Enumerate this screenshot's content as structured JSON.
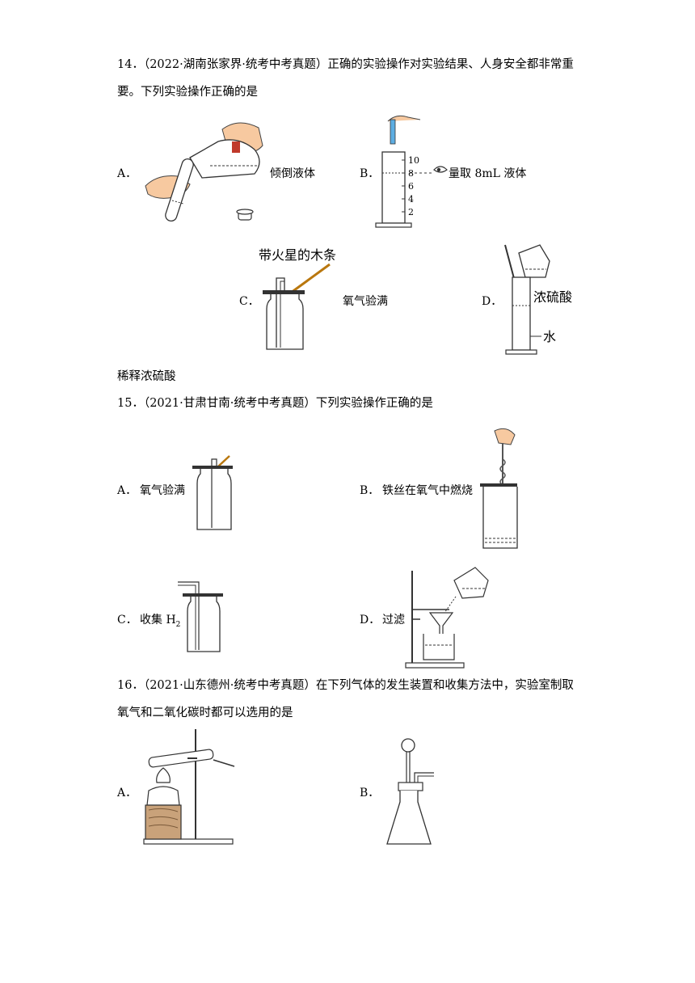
{
  "questions": [
    {
      "number": "14．",
      "source": "（2022·湖南张家界·统考中考真题）",
      "text_line1": "正确的实验操作对实验结果、人身安全都非常重",
      "text_line2": "要。下列实验操作正确的是",
      "options": [
        {
          "letter": "A．",
          "label": "倾倒液体"
        },
        {
          "letter": "B．",
          "label": "量取 8mL 液体",
          "figure_ticks": [
            "10",
            "8",
            "6",
            "4",
            "2"
          ]
        },
        {
          "letter": "C．",
          "label": "氧气验满",
          "figure_caption": "带火星的木条"
        },
        {
          "letter": "D．",
          "label": "稀释浓硫酸",
          "figure_labels": [
            "浓硫酸",
            "水"
          ]
        }
      ]
    },
    {
      "number": "15．",
      "source": "（2021·甘肃甘南·统考中考真题）",
      "text_line1": "下列实验操作正确的是",
      "options": [
        {
          "letter": "A．",
          "label": "氧气验满"
        },
        {
          "letter": "B．",
          "label": "铁丝在氧气中燃烧"
        },
        {
          "letter": "C．",
          "label": "收集 H",
          "subscript": "2"
        },
        {
          "letter": "D．",
          "label": "过滤"
        }
      ]
    },
    {
      "number": "16．",
      "source": "（2021·山东德州·统考中考真题）",
      "text_line1": "在下列气体的发生装置和收集方法中，实验室制取",
      "text_line2": "氧气和二氧化碳时都可以选用的是",
      "options": [
        {
          "letter": "A．"
        },
        {
          "letter": "B．"
        }
      ]
    }
  ]
}
